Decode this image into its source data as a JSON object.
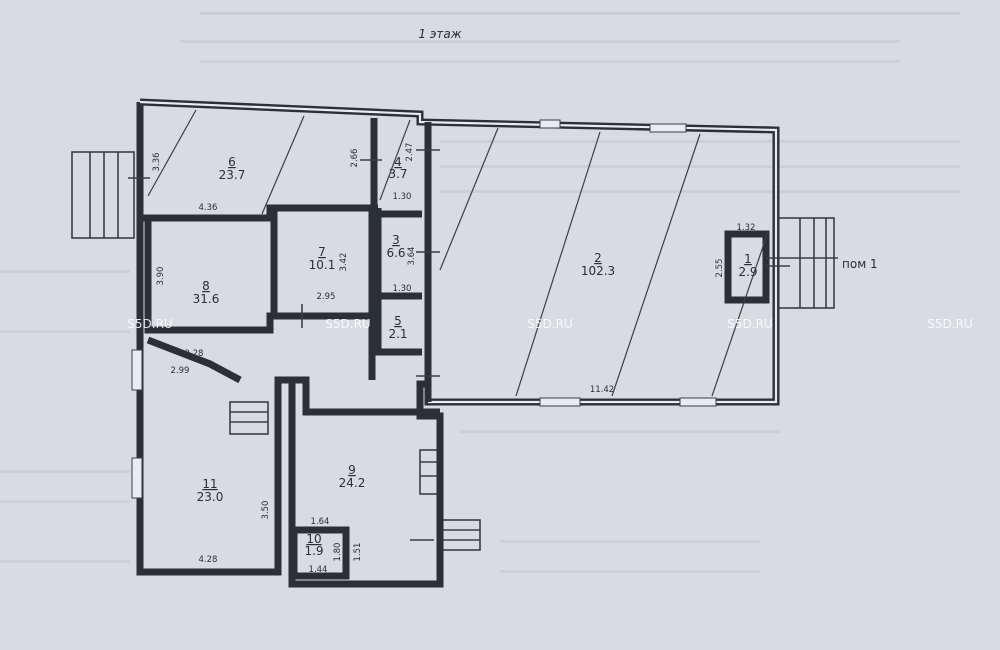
{
  "floor_title": "1 этаж",
  "pointer_label": "пом 1",
  "watermarks": [
    "S5D.RU",
    "S5D.RU",
    "S5D.RU",
    "S5D.RU",
    "S5D.RU"
  ],
  "rooms": [
    {
      "num": "1",
      "area": "2.9"
    },
    {
      "num": "2",
      "area": "102.3"
    },
    {
      "num": "3",
      "area": "6.6"
    },
    {
      "num": "4",
      "area": "3.7"
    },
    {
      "num": "5",
      "area": "2.1"
    },
    {
      "num": "6",
      "area": "23.7"
    },
    {
      "num": "7",
      "area": "10.1"
    },
    {
      "num": "8",
      "area": "31.6"
    },
    {
      "num": "9",
      "area": "24.2"
    },
    {
      "num": "10",
      "area": "1.9"
    },
    {
      "num": "11",
      "area": "23.0"
    }
  ],
  "dimensions": [
    "3.36",
    "4.36",
    "2.66",
    "2.47",
    "1.30",
    "3.42",
    "2.95",
    "3.64",
    "1.30",
    "3.90",
    "3.28",
    "2.99",
    "1.32",
    "2.55",
    "11.42",
    "3.50",
    "4.28",
    "1.64",
    "1.80",
    "1.44",
    "1.51"
  ],
  "colors": {
    "background": "#d8dbe2",
    "lines": "#2b2f36",
    "watermark": "#ffffff"
  }
}
